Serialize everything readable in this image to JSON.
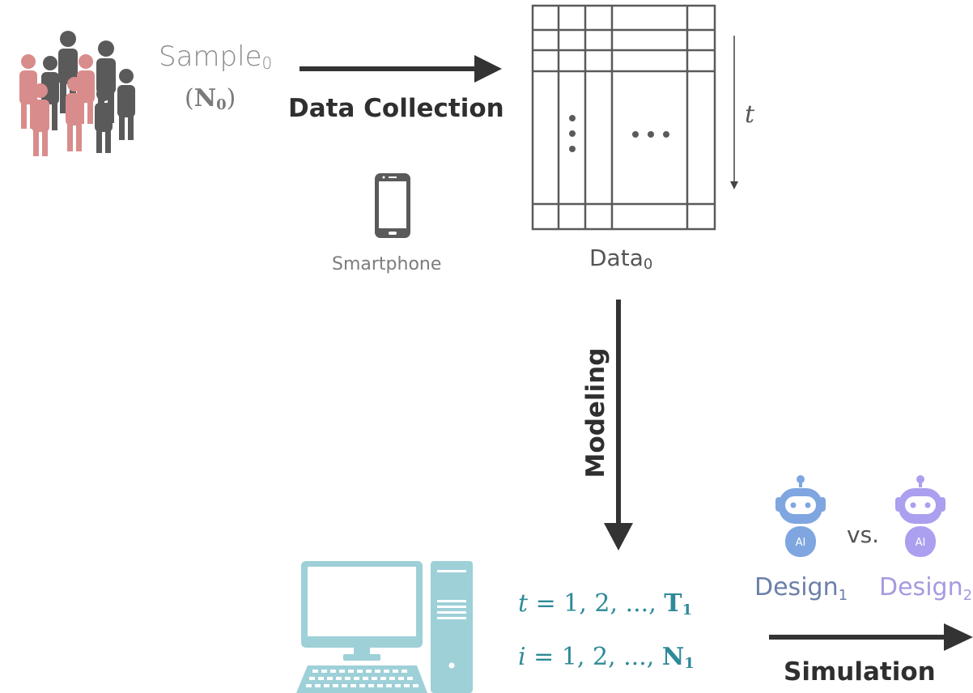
{
  "sample": {
    "label": "Sample",
    "label_sub": "0",
    "symbol_open": "(",
    "symbol": "N",
    "symbol_sub": "0",
    "symbol_close": ")"
  },
  "steps": {
    "data_collection": "Data Collection",
    "modeling": "Modeling",
    "simulation": "Simulation"
  },
  "device": {
    "label": "Smartphone"
  },
  "data_table": {
    "label": "Data",
    "label_sub": "0",
    "time_axis": "t",
    "vertical_ellipsis": "⋮",
    "horizontal_ellipsis": "···"
  },
  "formulas": {
    "t_var": "t",
    "t_rest": " = 1, 2, ..., ",
    "t_end": "T",
    "t_end_sub": "1",
    "i_var": "i",
    "i_rest": " = 1, 2, ..., ",
    "i_end": "N",
    "i_end_sub": "1"
  },
  "designs": {
    "vs": "vs.",
    "design1": "Design",
    "design1_sub": "1",
    "design2": "Design",
    "design2_sub": "2",
    "badge1": "AI",
    "badge2": "AI"
  },
  "colors": {
    "people_pink": "#d98c8c",
    "people_gray": "#5a5a5a",
    "computer": "#9ed0d8",
    "formula": "#2e8a99",
    "design1": "#6c7fa9",
    "design2": "#a79ae0",
    "robot1": "#7fa6e0",
    "robot2": "#ab9ff0"
  }
}
